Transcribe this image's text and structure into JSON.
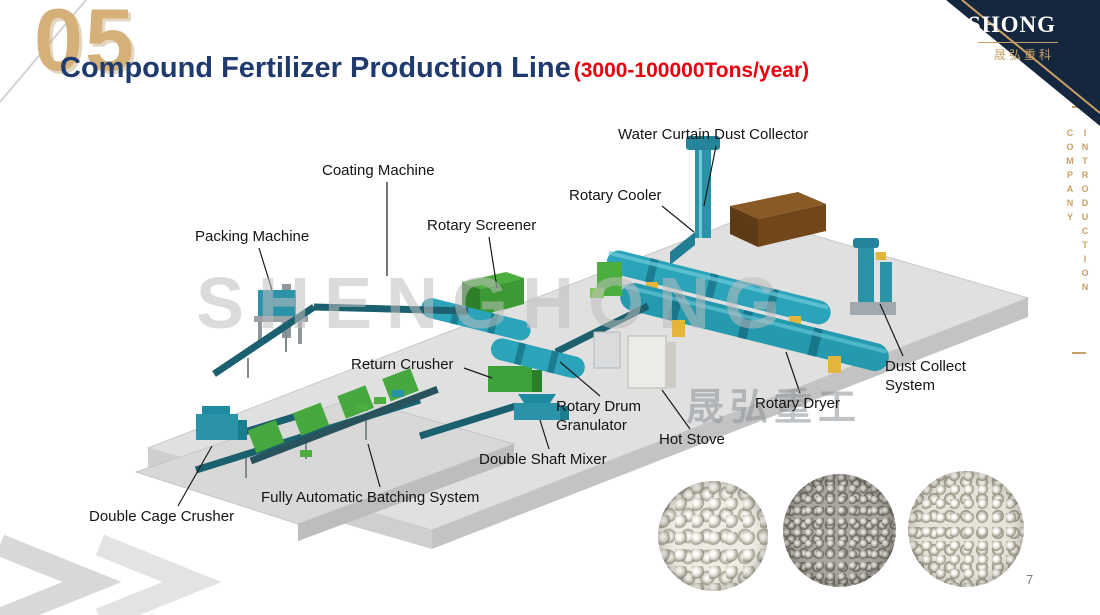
{
  "header": {
    "badge": "05",
    "title": "Compound Fertilizer Production Line",
    "subtitle": "(3000-100000Tons/year)"
  },
  "logo": {
    "brand": "SHONG",
    "brand_cn": "晟弘重科"
  },
  "side_tab": {
    "line1": "COMPANY",
    "line2": "INTRODUCTION"
  },
  "watermark": {
    "en": "SHENGHONG",
    "cn": "晟弘重工"
  },
  "diagram": {
    "labels": {
      "water_curtain": "Water Curtain Dust Collector",
      "coating_machine": "Coating Machine",
      "rotary_cooler": "Rotary Cooler",
      "rotary_screener": "Rotary Screener",
      "packing_machine": "Packing Machine",
      "return_crusher": "Return Crusher",
      "dust_collect_system": "Dust Collect System",
      "rotary_drum_granulator": "Rotary Drum Granulator",
      "hot_stove": "Hot Stove",
      "rotary_dryer": "Rotary Dryer",
      "double_shaft_mixer": "Double Shaft Mixer",
      "batching_system": "Fully Automatic Batching System",
      "double_cage_crusher": "Double Cage Crusher"
    }
  },
  "footer": {
    "page": "7"
  },
  "colors": {
    "navy": "#15273f",
    "gold": "#c9a063",
    "title_blue": "#1e3a6e",
    "accent_red": "#e8000d",
    "machine_teal": "#2ba3b8",
    "machine_green": "#46a83e"
  }
}
